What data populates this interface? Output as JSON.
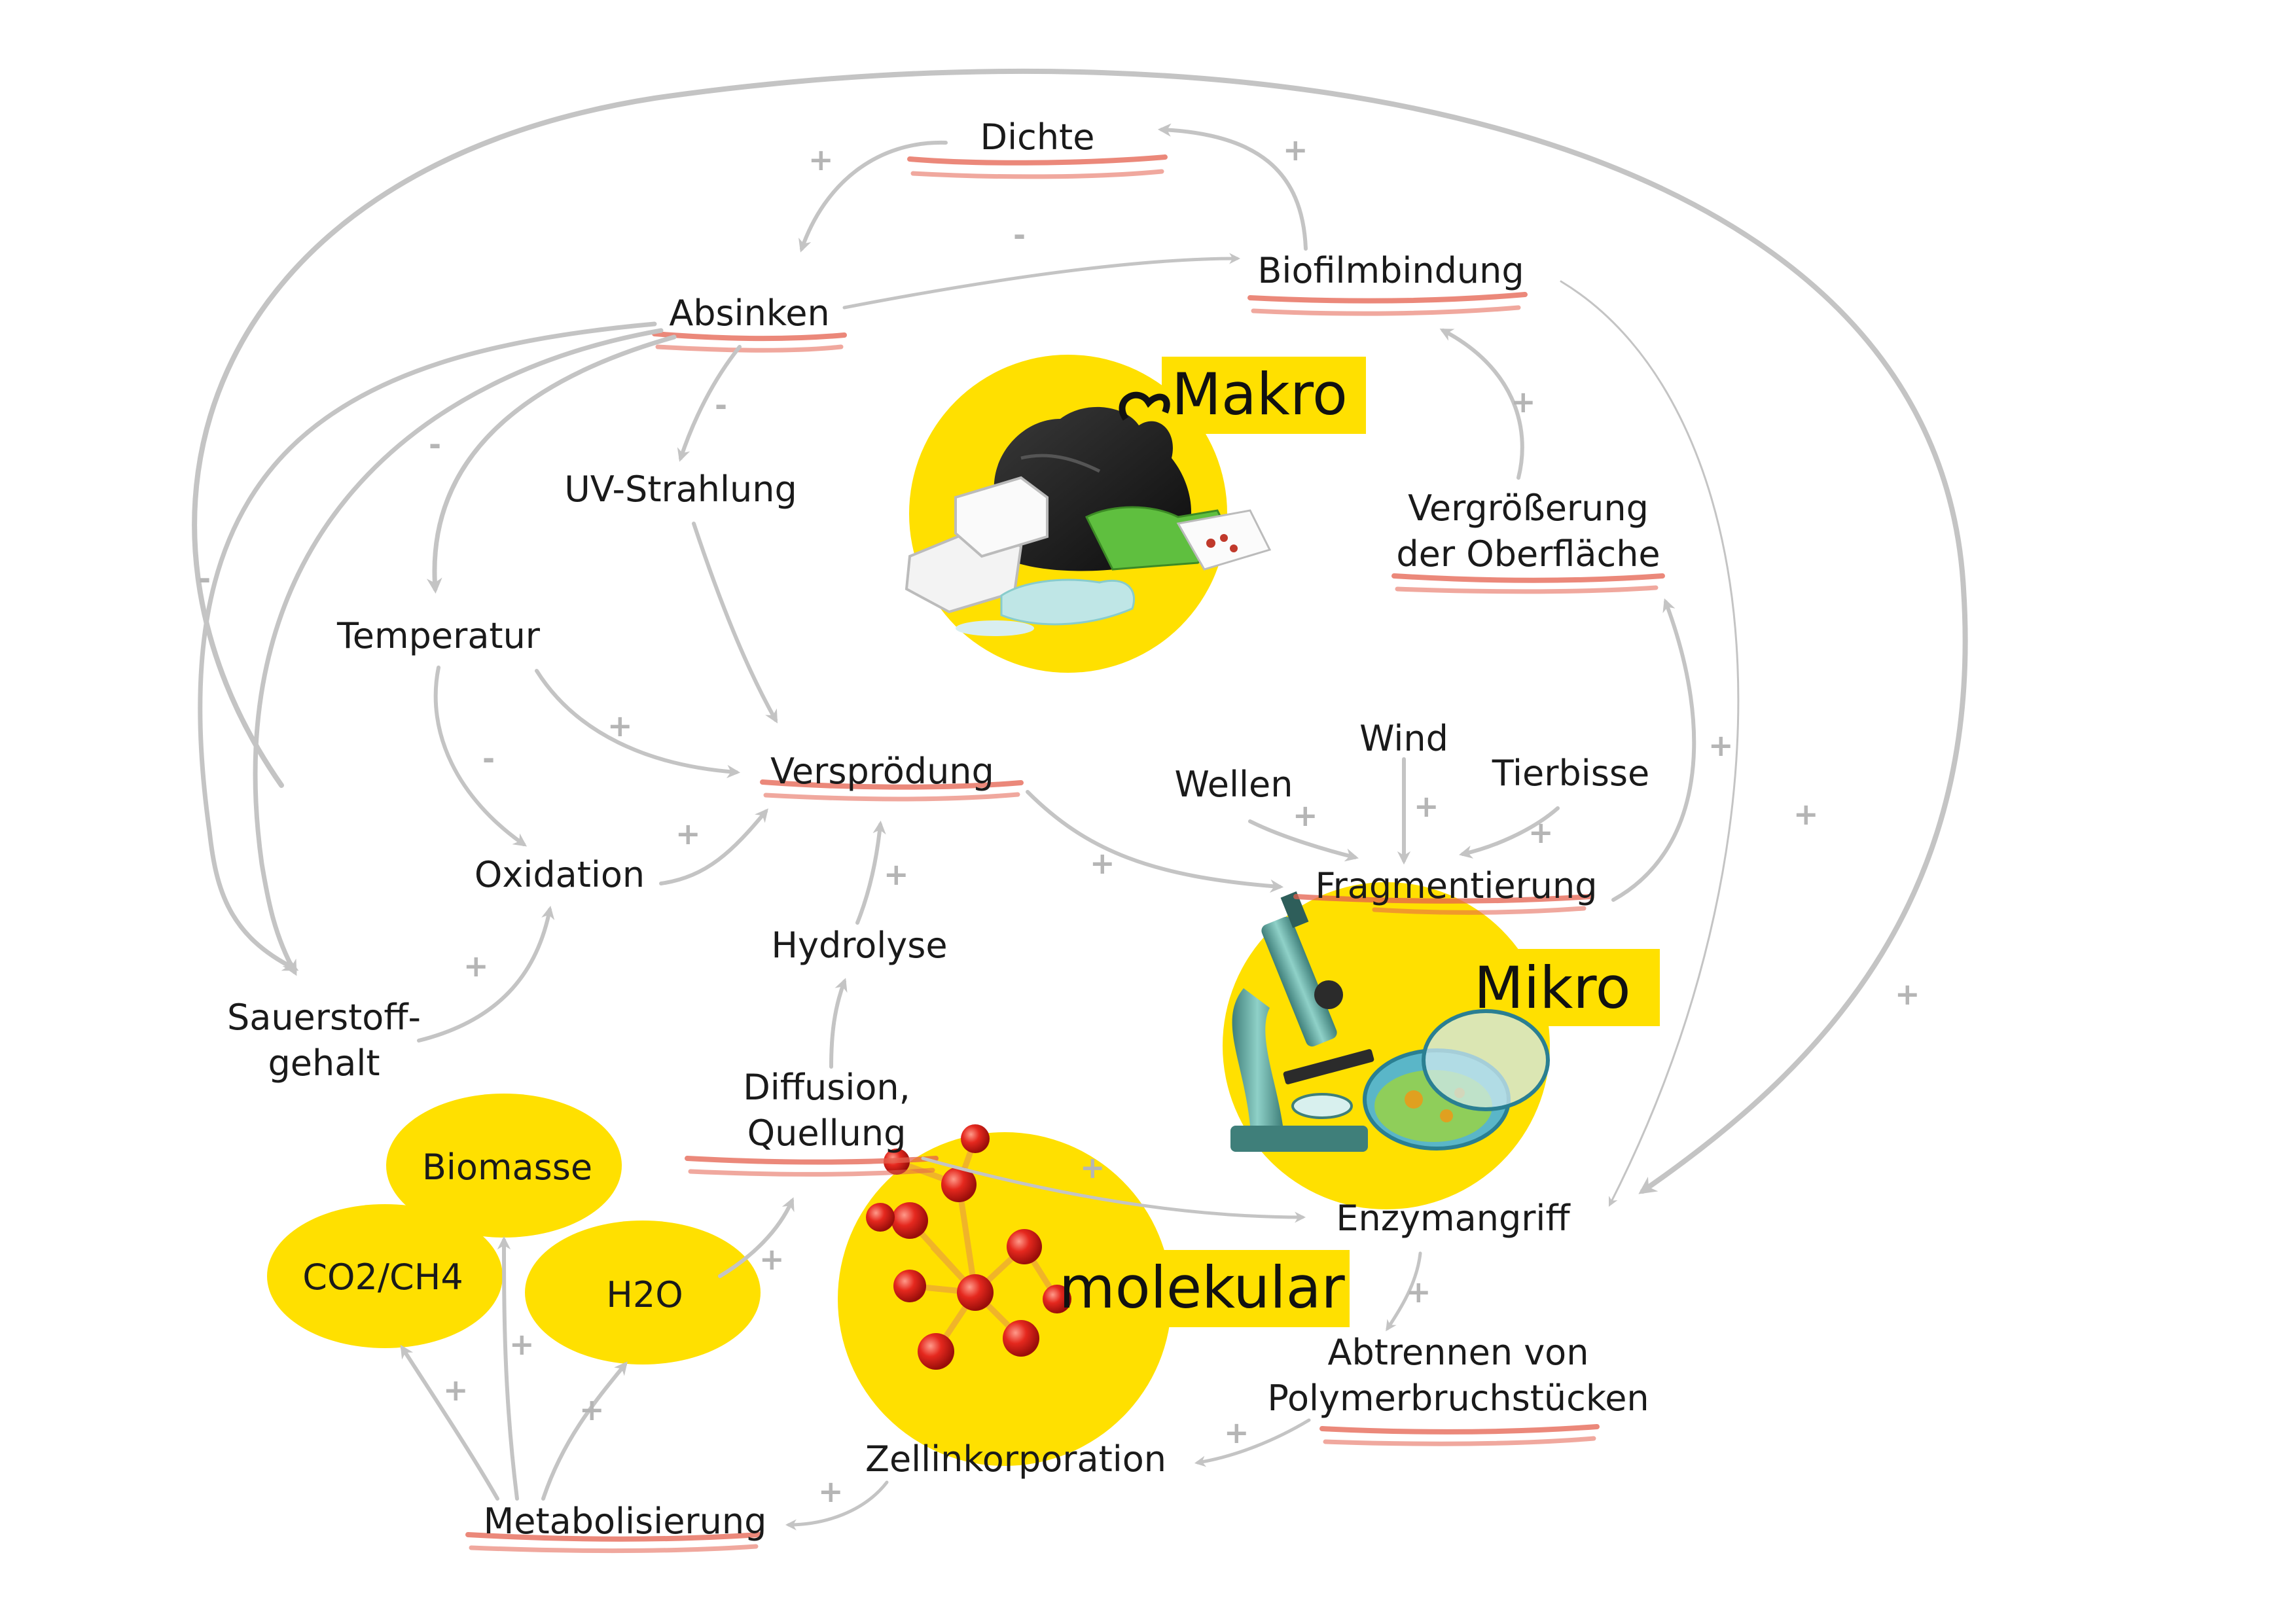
{
  "colors": {
    "arrow": "#c4c4c4",
    "sign": "#b5b5b5",
    "highlight": "#e4604e",
    "yellow": "#ffe000",
    "text": "#1a1a1a"
  },
  "scales": {
    "makro": "Makro",
    "mikro": "Mikro",
    "molekular": "molekular"
  },
  "nodes": {
    "dichte": "Dichte",
    "biofilmbindung": "Biofilmbindung",
    "absinken": "Absinken",
    "uv_strahlung": "UV-Strahlung",
    "vergroesserung_1": "Vergrößerung",
    "vergroesserung_2": "der Oberfläche",
    "temperatur": "Temperatur",
    "wind": "Wind",
    "wellen": "Wellen",
    "tierbisse": "Tierbisse",
    "versproedung": "Versprödung",
    "oxidation": "Oxidation",
    "fragmentierung": "Fragmentierung",
    "hydrolyse": "Hydrolyse",
    "sauerstoff_1": "Sauerstoff-",
    "sauerstoff_2": "gehalt",
    "diffusion_1": "Diffusion,",
    "diffusion_2": "Quellung",
    "biomasse": "Biomasse",
    "enzymangriff": "Enzymangriff",
    "co2ch4": "CO2/CH4",
    "h2o": "H2O",
    "abtrennen_1": "Abtrennen von",
    "abtrennen_2": "Polymerbruchstücken",
    "zellinkorporation": "Zellinkorporation",
    "metabolisierung": "Metabolisierung"
  },
  "signs": {
    "plus": "+",
    "minus": "-"
  },
  "icons": {
    "makro": "garbage-pile-icon",
    "mikro": "microscope-petri-dish-icon",
    "molekular": "molecule-model-icon"
  }
}
